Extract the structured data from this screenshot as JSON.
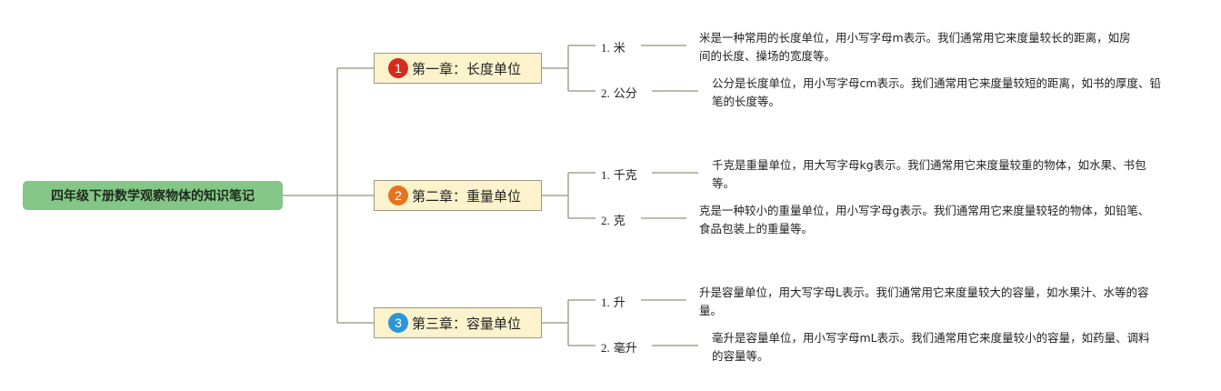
{
  "root": {
    "title": "四年级下册数学观察物体的知识笔记"
  },
  "chapters": [
    {
      "badge": "1",
      "badge_color": "#d42b1e",
      "title": "第一章：长度单位",
      "topics": [
        {
          "num": "1.",
          "name": "米",
          "desc": "米是一种常用的长度单位，用小写字母m表示。我们通常用它来度量较长的距离，如房间的长度、操场的宽度等。"
        },
        {
          "num": "2.",
          "name": "公分",
          "desc": "公分是长度单位，用小写字母cm表示。我们通常用它来度量较短的距离，如书的厚度、铅笔的长度等。"
        }
      ]
    },
    {
      "badge": "2",
      "badge_color": "#e4751e",
      "title": "第二章：重量单位",
      "topics": [
        {
          "num": "1.",
          "name": "千克",
          "desc": "千克是重量单位，用大写字母kg表示。我们通常用它来度量较重的物体，如水果、书包等。"
        },
        {
          "num": "2.",
          "name": "克",
          "desc": "克是一种较小的重量单位，用小写字母g表示。我们通常用它来度量较轻的物体，如铅笔、食品包装上的重量等。"
        }
      ]
    },
    {
      "badge": "3",
      "badge_color": "#2b97d8",
      "title": "第三章：容量单位",
      "topics": [
        {
          "num": "1.",
          "name": "升",
          "desc": "升是容量单位，用大写字母L表示。我们通常用它来度量较大的容量，如水果汁、水等的容量。"
        },
        {
          "num": "2.",
          "name": "毫升",
          "desc": "毫升是容量单位，用小写字母mL表示。我们通常用它来度量较小的容量，如药量、调料的容量等。"
        }
      ]
    }
  ],
  "colors": {
    "root_fill": "#84c686",
    "chapter_fill": "#fcf3cd",
    "line": "#a6a28e"
  }
}
